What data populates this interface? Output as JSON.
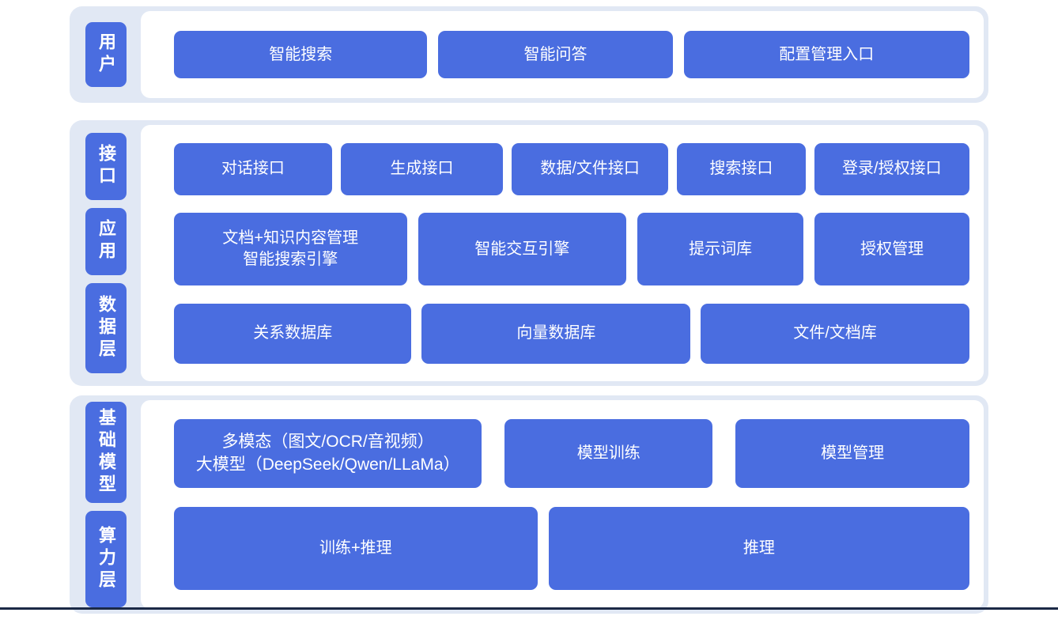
{
  "colors": {
    "page-bg": "#ffffff",
    "section-bg": "#e1e8f4",
    "panel-bg": "#ffffff",
    "block-bg": "#4a6de0",
    "block-text": "#ffffff",
    "footer-line": "#1b2946"
  },
  "sections": [
    {
      "tabs": [
        {
          "label": "用户"
        }
      ],
      "rows": [
        {
          "boxes": [
            {
              "label": "智能搜索"
            },
            {
              "label": "智能问答"
            },
            {
              "label": "配置管理入口"
            }
          ]
        }
      ]
    },
    {
      "tabs": [
        {
          "label": "接口"
        },
        {
          "label": "应用"
        },
        {
          "label": "数据层"
        }
      ],
      "rows": [
        {
          "boxes": [
            {
              "label": "对话接口"
            },
            {
              "label": "生成接口"
            },
            {
              "label": "数据/文件接口"
            },
            {
              "label": "搜索接口"
            },
            {
              "label": "登录/授权接口"
            }
          ]
        },
        {
          "boxes": [
            {
              "label": "文档+知识内容管理\n智能搜索引擎"
            },
            {
              "label": "智能交互引擎"
            },
            {
              "label": "提示词库"
            },
            {
              "label": "授权管理"
            }
          ]
        },
        {
          "boxes": [
            {
              "label": "关系数据库"
            },
            {
              "label": "向量数据库"
            },
            {
              "label": "文件/文档库"
            }
          ]
        }
      ]
    },
    {
      "tabs": [
        {
          "label": "基础模型"
        },
        {
          "label": "算力层"
        }
      ],
      "rows": [
        {
          "boxes": [
            {
              "label": "多模态（图文/OCR/音视频）\n大模型（DeepSeek/Qwen/LLaMa）"
            },
            {
              "label": "模型训练"
            },
            {
              "label": "模型管理"
            }
          ]
        },
        {
          "boxes": [
            {
              "label": "训练+推理"
            },
            {
              "label": "推理"
            }
          ]
        }
      ]
    }
  ]
}
